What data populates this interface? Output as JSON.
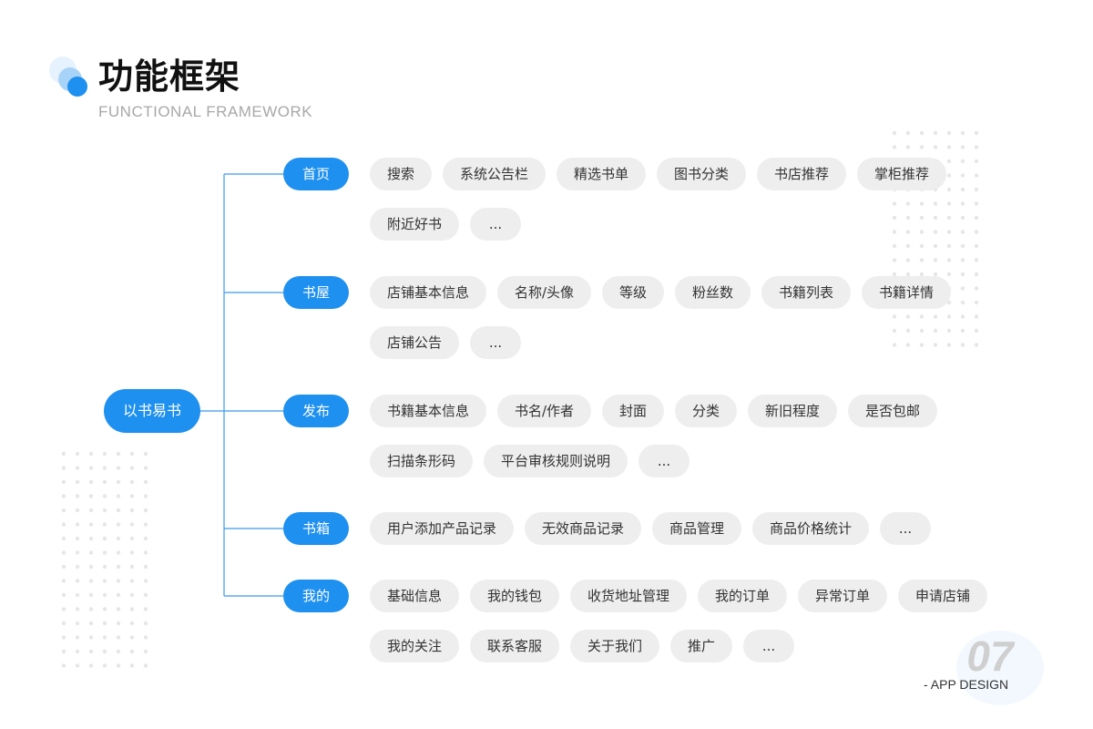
{
  "header": {
    "title": "功能框架",
    "subtitle": "FUNCTIONAL FRAMEWORK"
  },
  "diagram": {
    "root": "以书易书",
    "branches": [
      {
        "label": "首页",
        "rows": [
          [
            "搜索",
            "系统公告栏",
            "精选书单",
            "图书分类",
            "书店推荐",
            "掌柜推荐"
          ],
          [
            "附近好书",
            "..."
          ]
        ]
      },
      {
        "label": "书屋",
        "rows": [
          [
            "店铺基本信息",
            "名称/头像",
            "等级",
            "粉丝数",
            "书籍列表",
            "书籍详情"
          ],
          [
            "店铺公告",
            "..."
          ]
        ]
      },
      {
        "label": "发布",
        "rows": [
          [
            "书籍基本信息",
            "书名/作者",
            "封面",
            "分类",
            "新旧程度",
            "是否包邮"
          ],
          [
            "扫描条形码",
            "平台审核规则说明",
            "..."
          ]
        ]
      },
      {
        "label": "书箱",
        "rows": [
          [
            "用户添加产品记录",
            "无效商品记录",
            "商品管理",
            "商品价格统计",
            "..."
          ]
        ]
      },
      {
        "label": "我的",
        "rows": [
          [
            "基础信息",
            "我的钱包",
            "收货地址管理",
            "我的订单",
            "异常订单",
            "申请店铺"
          ],
          [
            "我的关注",
            "联系客服",
            "关于我们",
            "推广",
            "..."
          ]
        ]
      }
    ]
  },
  "footer": {
    "page_number": "07",
    "tag": "- APP DESIGN"
  },
  "colors": {
    "accent": "#1e90f0",
    "line": "#3a9be8",
    "chip_bg": "#eeeeee",
    "dots": "#e6e6e6"
  },
  "icons": [
    "bubbles-decoration-icon"
  ]
}
